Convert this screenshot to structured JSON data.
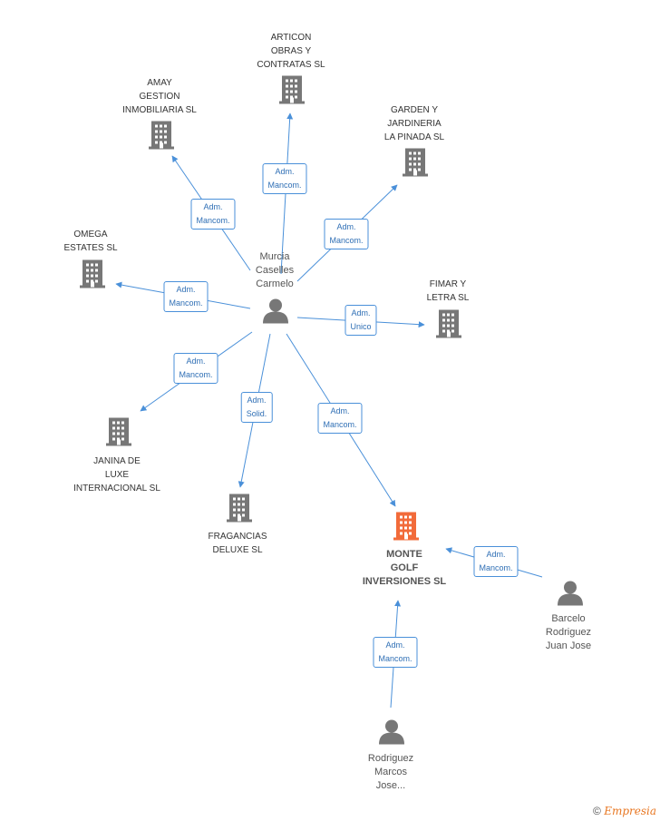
{
  "center": {
    "label": "Murcia\nCaselles\nCarmelo",
    "icon": "person-icon"
  },
  "companies": [
    {
      "id": "articon",
      "label": "ARTICON\nOBRAS Y\nCONTRATAS  SL",
      "icon": "building-icon"
    },
    {
      "id": "amay",
      "label": "AMAY\nGESTION\nINMOBILIARIA SL",
      "icon": "building-icon"
    },
    {
      "id": "garden",
      "label": "GARDEN Y\nJARDINERIA\nLA PINADA SL",
      "icon": "building-icon"
    },
    {
      "id": "omega",
      "label": "OMEGA\nESTATES SL",
      "icon": "building-icon"
    },
    {
      "id": "fimar",
      "label": "FIMAR Y\nLETRA  SL",
      "icon": "building-icon"
    },
    {
      "id": "janina",
      "label": "JANINA DE\nLUXE\nINTERNACIONAL SL",
      "icon": "building-icon"
    },
    {
      "id": "fragancias",
      "label": "FRAGANCIAS\nDELUXE SL",
      "icon": "building-icon"
    },
    {
      "id": "monte",
      "label": "MONTE\nGOLF\nINVERSIONES SL",
      "icon": "building-icon",
      "highlight": "#f26b3a"
    }
  ],
  "persons": [
    {
      "id": "barcelo",
      "label": "Barcelo\nRodriguez\nJuan Jose",
      "icon": "person-icon"
    },
    {
      "id": "rodriguez",
      "label": "Rodriguez\nMarcos\nJose...",
      "icon": "person-icon"
    }
  ],
  "relations": [
    {
      "from": "center",
      "to": "articon",
      "label": "Adm.\nMancom."
    },
    {
      "from": "center",
      "to": "amay",
      "label": "Adm.\nMancom."
    },
    {
      "from": "center",
      "to": "garden",
      "label": "Adm.\nMancom."
    },
    {
      "from": "center",
      "to": "omega",
      "label": "Adm.\nMancom."
    },
    {
      "from": "center",
      "to": "fimar",
      "label": "Adm.\nUnico"
    },
    {
      "from": "center",
      "to": "janina",
      "label": "Adm.\nMancom."
    },
    {
      "from": "center",
      "to": "fragancias",
      "label": "Adm.\nSolid."
    },
    {
      "from": "center",
      "to": "monte",
      "label": "Adm.\nMancom."
    },
    {
      "from": "barcelo",
      "to": "monte",
      "label": "Adm.\nMancom."
    },
    {
      "from": "rodriguez",
      "to": "monte",
      "label": "Adm.\nMancom."
    }
  ],
  "colors": {
    "icon": "#777777",
    "edge": "#4a90d9",
    "highlight": "#f26b3a"
  },
  "footer": {
    "copyright": "©",
    "brand": "Empresia"
  }
}
